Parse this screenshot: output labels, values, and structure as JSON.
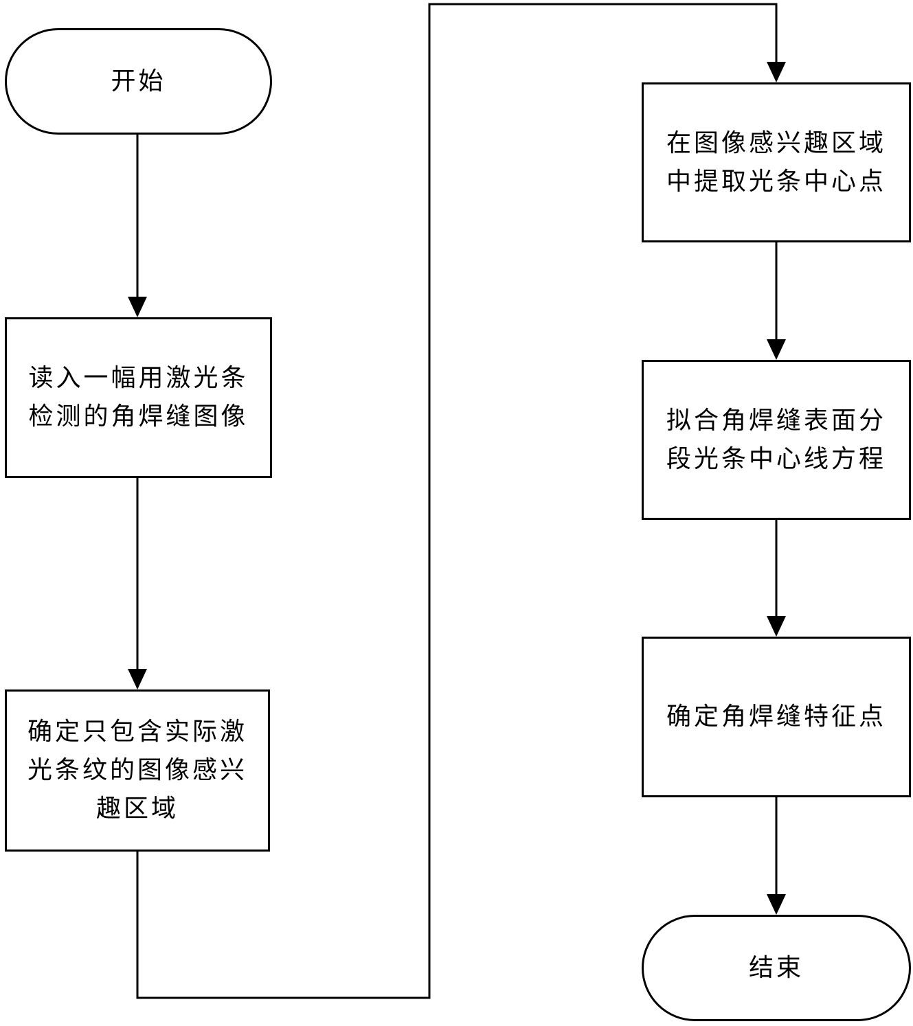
{
  "nodes": {
    "start": "开始",
    "read_image": "读入一幅用激光条\n检测的角焊缝图像",
    "roi": "确定只包含实际激\n光条纹的图像感兴\n趣区域",
    "extract_center": "在图像感兴趣区域\n中提取光条中心点",
    "fit_equation": "拟合角焊缝表面分\n段光条中心线方程",
    "feature_points": "确定角焊缝特征点",
    "end": "结束"
  },
  "edges": [
    [
      "start",
      "read_image"
    ],
    [
      "read_image",
      "roi"
    ],
    [
      "roi",
      "extract_center"
    ],
    [
      "extract_center",
      "fit_equation"
    ],
    [
      "fit_equation",
      "feature_points"
    ],
    [
      "feature_points",
      "end"
    ]
  ]
}
